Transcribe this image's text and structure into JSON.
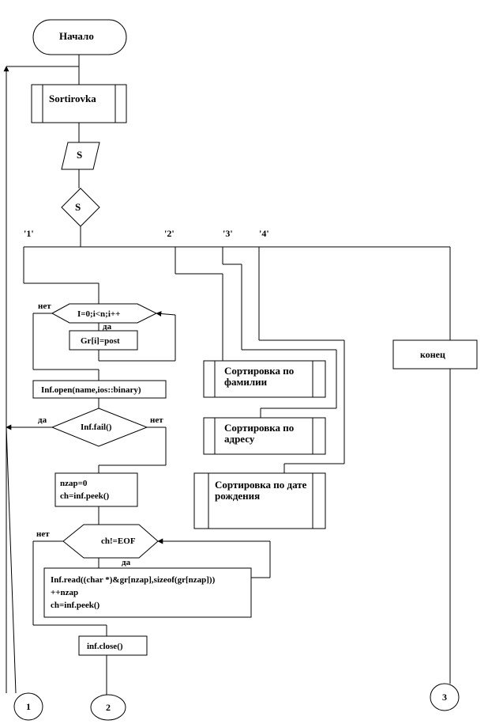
{
  "start": "Начало",
  "proc_sort": "Sortirovka",
  "input_s": "S",
  "switch_s": "S",
  "cases": [
    "'1'",
    "'2'",
    "'3'",
    "'4'"
  ],
  "loop_for": "I=0;i<n;i++",
  "assign": "Gr[i]=post",
  "open": "Inf.open(name,ios::binary)",
  "fail_check": "Inf.fail()",
  "init_lines": [
    "nzap=0",
    "ch=inf.peek()"
  ],
  "eof_check": "ch!=EOF",
  "read_lines": [
    "Inf.read((char *)&gr[nzap],sizeof(gr[nzap]))",
    "++nzap",
    "ch=inf.peek()"
  ],
  "close": "inf.close()",
  "sort_surname": "Сортировка по фамилии",
  "sort_address": "Сортировка по адресу",
  "sort_birth": "Сортировка по дате рождения",
  "end": "конец",
  "yes": "да",
  "no": "нет",
  "connectors": [
    "1",
    "2",
    "3"
  ]
}
